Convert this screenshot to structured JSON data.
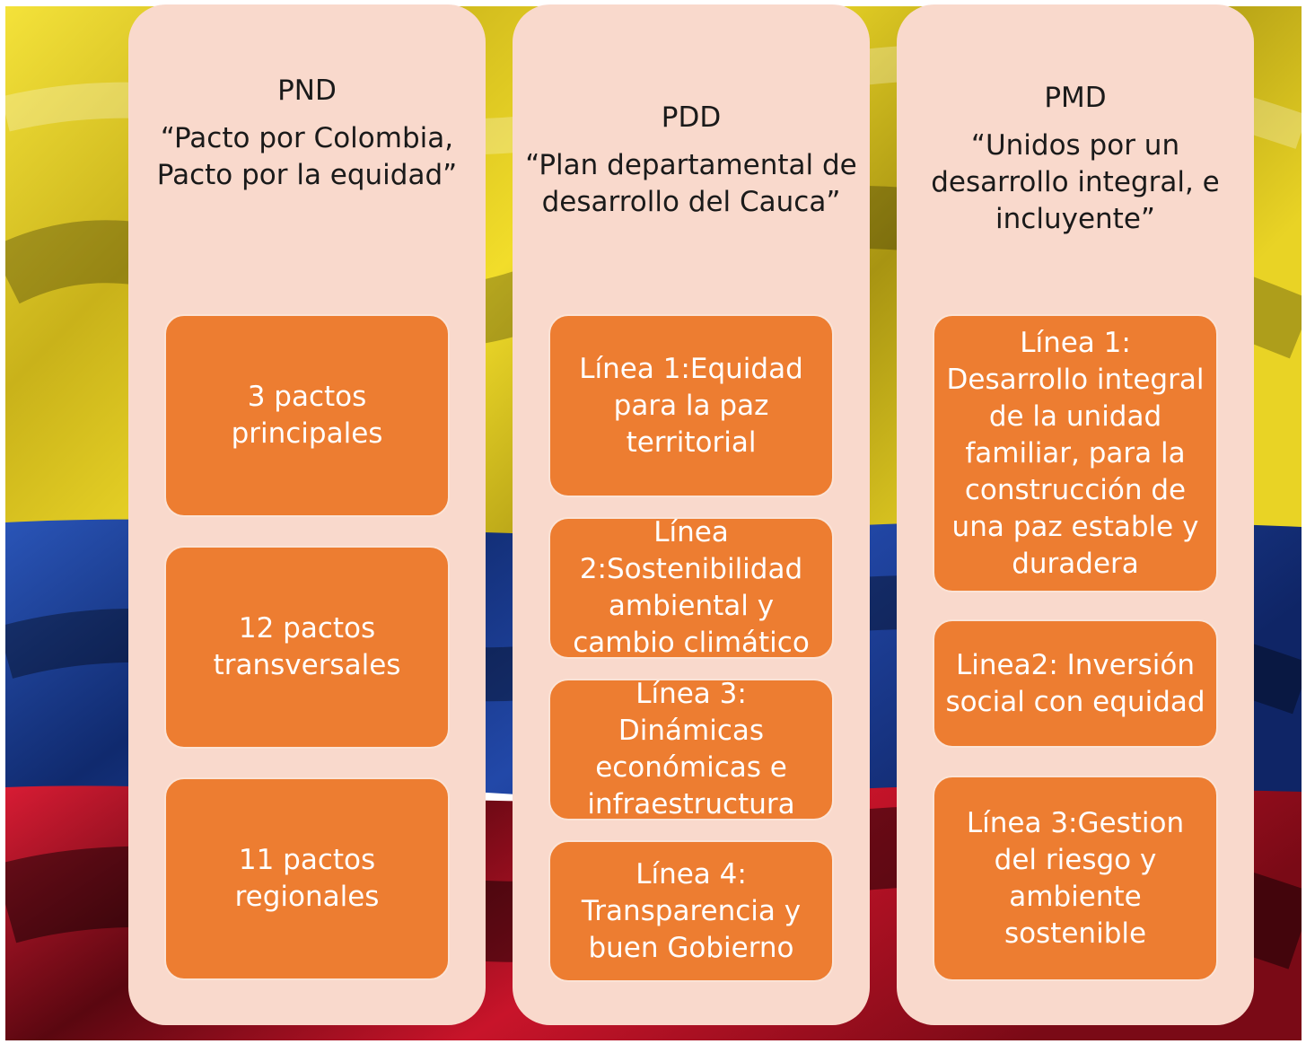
{
  "columns": [
    {
      "abbr": "PND",
      "name": "“Pacto por Colombia, Pacto por la equidad”",
      "items": [
        "3 pactos principales",
        "12 pactos transversales",
        "11 pactos regionales"
      ]
    },
    {
      "abbr": "PDD",
      "name": "“Plan departamental de desarrollo del Cauca”",
      "items": [
        "Línea 1:Equidad para la paz territorial",
        "Línea 2:Sostenibilidad ambiental y cambio climático",
        "Línea 3: Dinámicas económicas e infraestructura",
        "Línea 4: Transparencia y buen Gobierno"
      ]
    },
    {
      "abbr": "PMD",
      "name": "“Unidos por un desarrollo integral, e incluyente”",
      "items": [
        "Línea 1: Desarrollo integral de la unidad familiar, para la construcción de una paz estable y duradera",
        "Linea2: Inversión social con equidad",
        "Línea 3:Gestion del riesgo y ambiente sostenible"
      ]
    }
  ],
  "colors": {
    "flag_yellow": "#e8d21a",
    "flag_blue": "#1d3f9a",
    "flag_red": "#c8142a",
    "column_fill": "#f9d9cc",
    "box_fill": "#ed7d31",
    "box_text": "#ffffff"
  }
}
